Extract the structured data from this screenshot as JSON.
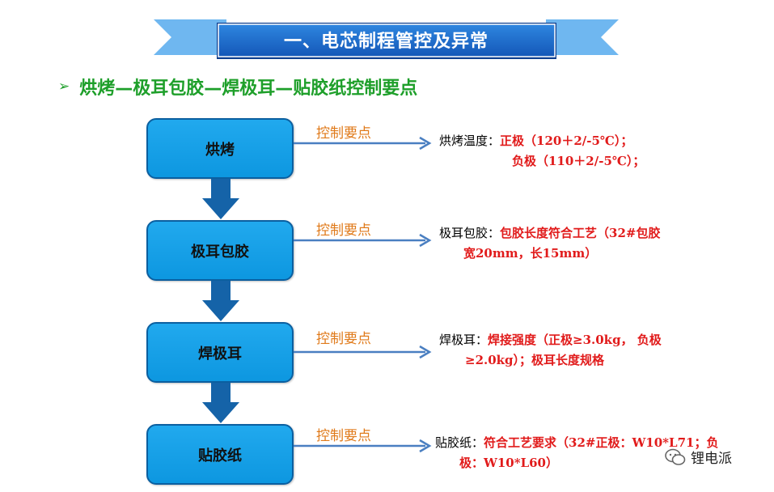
{
  "banner": {
    "title": "一、电芯制程管控及异常"
  },
  "subtitle": {
    "bullet": "➢",
    "text": "烘烤—极耳包胶—焊极耳—贴胶纸控制要点"
  },
  "steps": [
    {
      "label": "烘烤"
    },
    {
      "label": "极耳包胶"
    },
    {
      "label": "焊极耳"
    },
    {
      "label": "贴胶纸"
    }
  ],
  "control_label": "控制要点",
  "details": {
    "baking": {
      "label": "烘烤温度：",
      "line1": "正极（120＋2/-5℃）；",
      "line2": "负极（110＋2/-5℃）；"
    },
    "tab_tape": {
      "label": "极耳包胶：",
      "line1": "包胶长度符合工艺（32#包胶",
      "line2": "宽20mm，长15mm）"
    },
    "tab_weld": {
      "label": "焊极耳：",
      "line1": "焊接强度（正极≥3.0kg，  负极",
      "line2": "≥2.0kg）；极耳长度规格"
    },
    "tape": {
      "label": "贴胶纸：",
      "line1": "符合工艺要求（32#正极：W10*L71；负",
      "line2": "极：W10*L60）"
    }
  },
  "watermark": {
    "text": "锂电派"
  },
  "colors": {
    "banner": "#1b6fd1",
    "box": "#1aa3ea",
    "arrow": "#1563a8",
    "control": "#e07a1a",
    "highlight": "#e11b1b",
    "subtitle": "#1e9f2a"
  }
}
